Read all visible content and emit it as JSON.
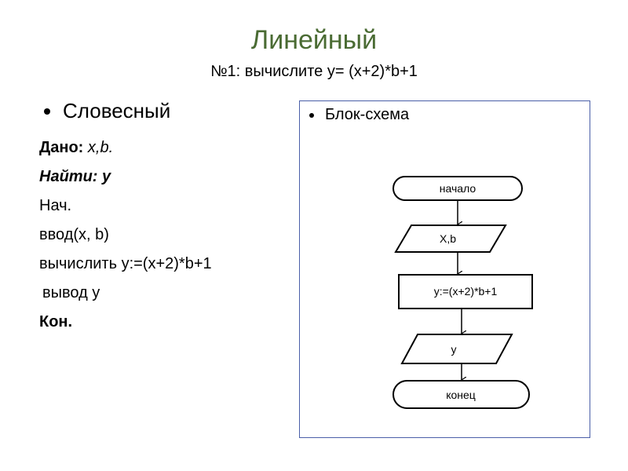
{
  "title": "Линейный",
  "subtitle": "№1: вычислите y= (x+2)*b+1",
  "left": {
    "heading": "Словесный",
    "given_label": "Дано:",
    "given_value": "x,b.",
    "find_label": "Найти:",
    "find_value": "y",
    "start": "Нач.",
    "input": "ввод(x, b)",
    "compute": "вычислить y:=(x+2)*b+1",
    "output": "вывод y",
    "end": "Кон."
  },
  "right": {
    "heading": "Блок-схема",
    "flowchart": {
      "start": "начало",
      "input": "X,b",
      "process": "y:=(x+2)*b+1",
      "output": "y",
      "end": "конец"
    }
  },
  "colors": {
    "title": "#4a6b33",
    "panel_border": "#4a5fa8"
  }
}
